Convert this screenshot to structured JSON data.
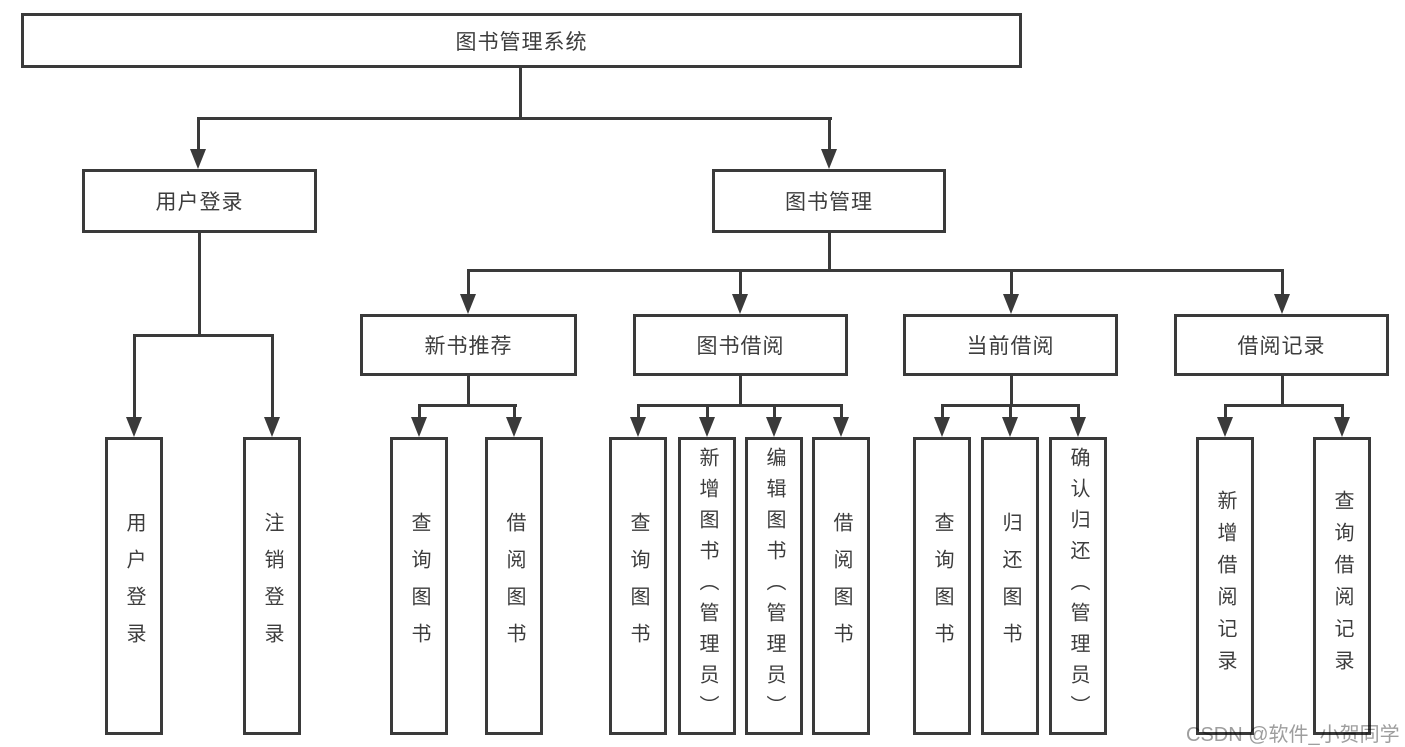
{
  "diagram": {
    "title": "图书管理系统",
    "level2": {
      "user_login": "用户登录",
      "book_management": "图书管理"
    },
    "level3": {
      "new_book_recommend": "新书推荐",
      "book_borrow": "图书借阅",
      "current_borrow": "当前借阅",
      "borrow_records": "借阅记录"
    },
    "leaves": {
      "user_login": "用户登录",
      "logout": "注销登录",
      "nb_query_books": "查询图书",
      "nb_borrow_books": "借阅图书",
      "bb_query_books": "查询图书",
      "bb_add_books_admin": "新增图书（管理员）",
      "bb_edit_books_admin": "编辑图书（管理员）",
      "bb_borrow_books": "借阅图书",
      "cb_query_books": "查询图书",
      "cb_return_books": "归还图书",
      "cb_confirm_return_admin": "确认归还（管理员）",
      "br_add_record": "新增借阅记录",
      "br_query_record": "查询借阅记录"
    },
    "colors": {
      "line": "#3a3a3a",
      "text": "#3d3d3d",
      "background": "#ffffff",
      "watermark": "#9e9e9e"
    }
  },
  "watermark": {
    "text": "CSDN @软件_小贺同学"
  }
}
